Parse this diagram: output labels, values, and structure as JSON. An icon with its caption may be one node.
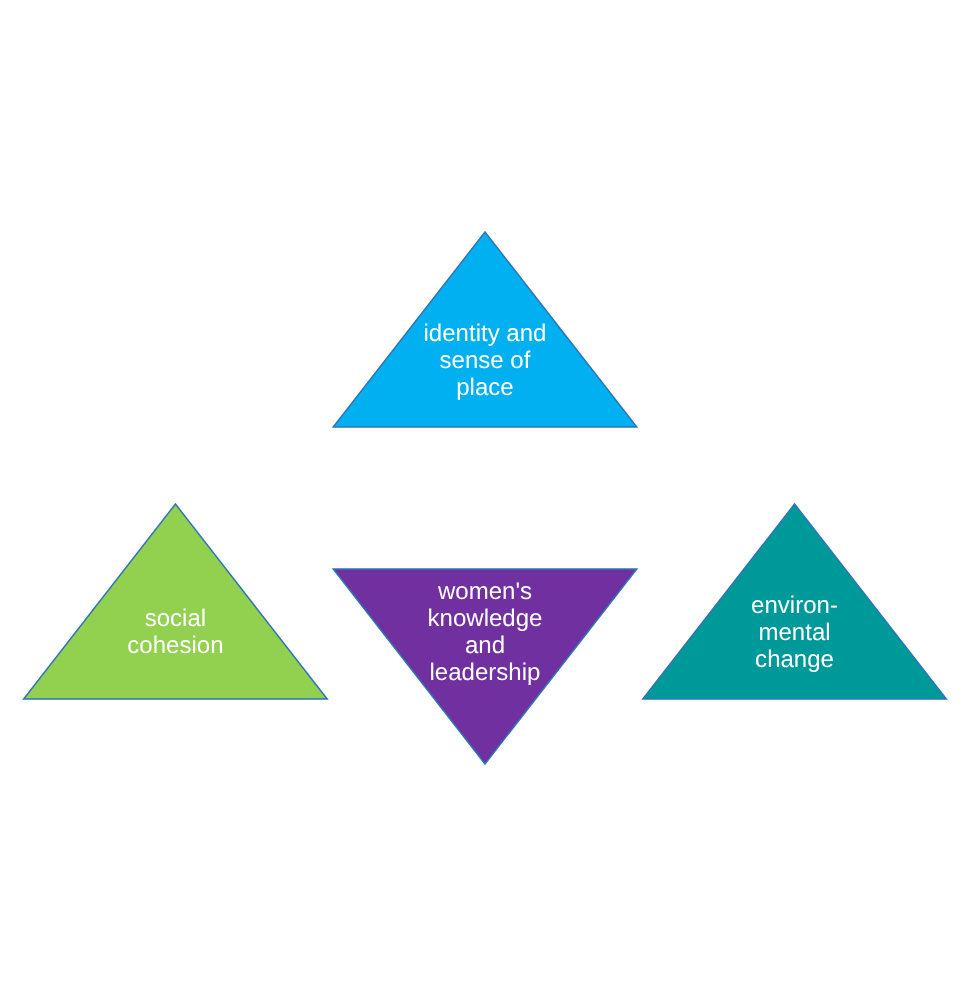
{
  "diagram": {
    "nodes": [
      {
        "text": [
          "identity and sense of place"
        ]
      },
      {
        "text": [
          "social cohesion"
        ]
      },
      {
        "text": [
          "women's knowledge and leadership"
        ]
      },
      {
        "text": [
          "environ- mental change"
        ]
      }
    ]
  }
}
